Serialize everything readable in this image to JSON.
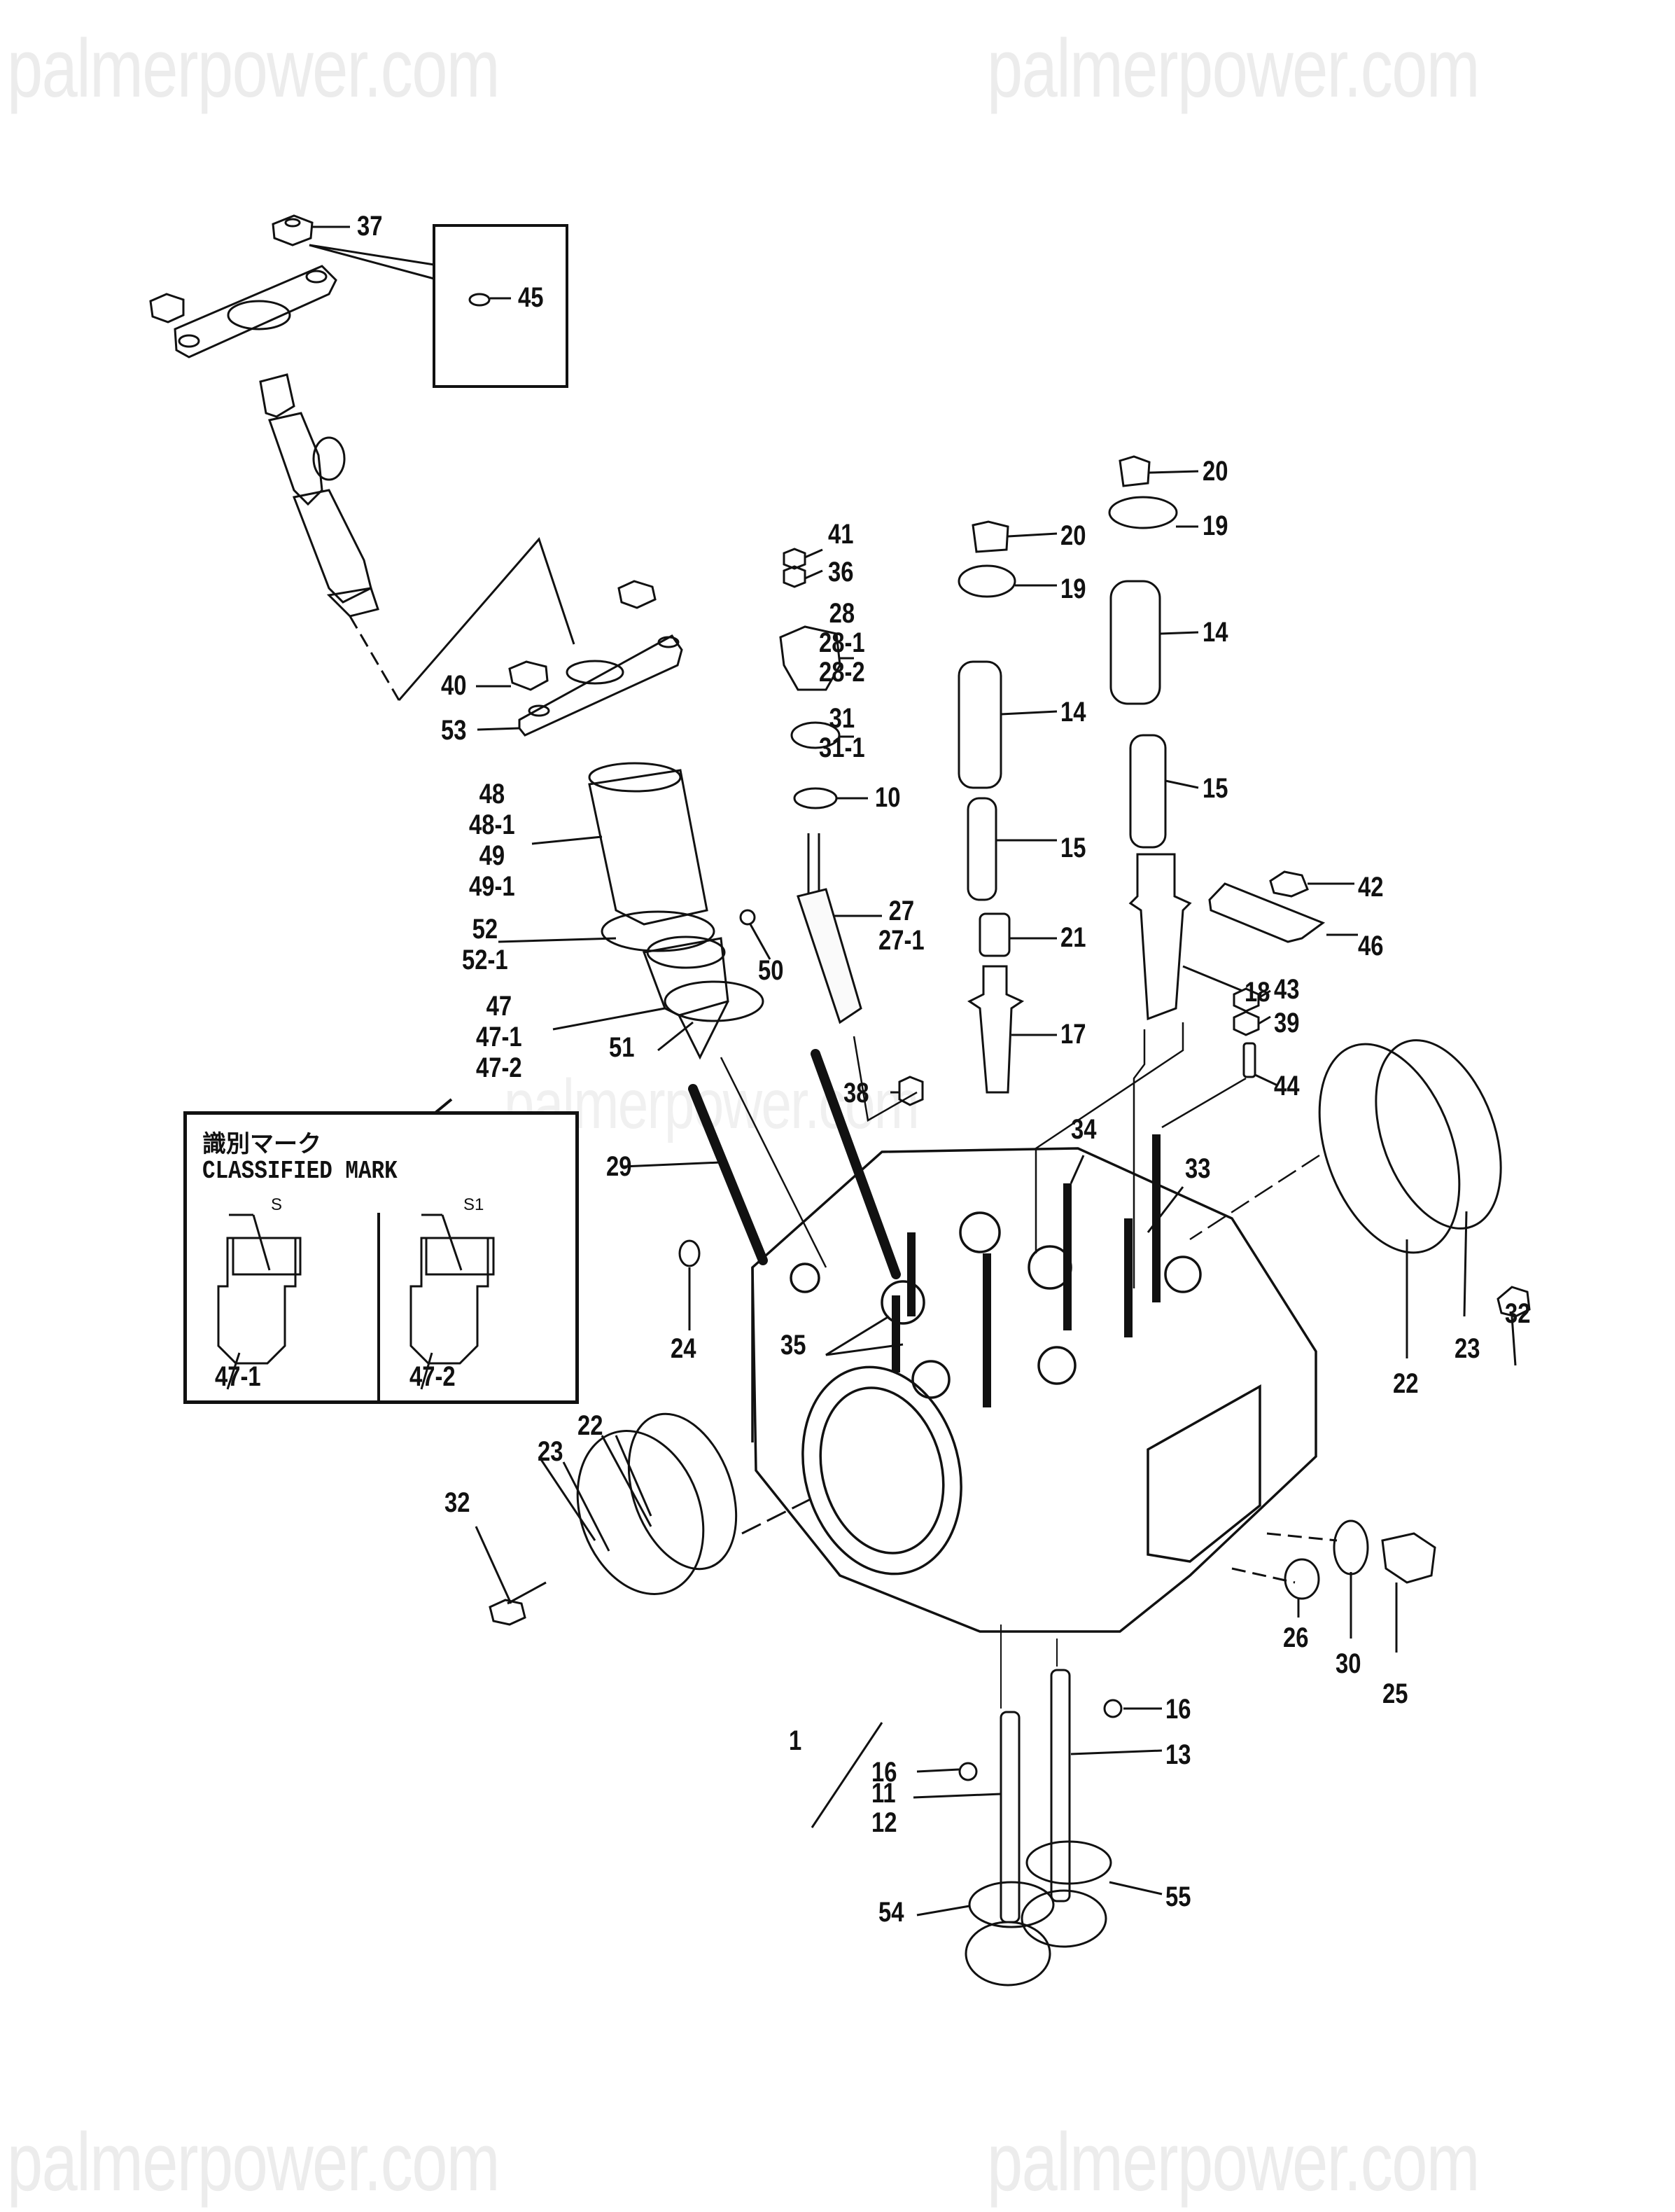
{
  "watermark": {
    "text": "palmerpower.com"
  },
  "diagram": {
    "type": "exploded-parts-diagram",
    "subject": "Cylinder head assembly",
    "callouts": [
      {
        "id": "37",
        "label": "37"
      },
      {
        "id": "45",
        "label": "45"
      },
      {
        "id": "41",
        "label": "41"
      },
      {
        "id": "36",
        "label": "36"
      },
      {
        "id": "28",
        "label": "28\n28-1\n28-2"
      },
      {
        "id": "31",
        "label": "31\n31-1"
      },
      {
        "id": "10",
        "label": "10"
      },
      {
        "id": "20a",
        "label": "20"
      },
      {
        "id": "19a",
        "label": "19"
      },
      {
        "id": "20b",
        "label": "20"
      },
      {
        "id": "19b",
        "label": "19"
      },
      {
        "id": "14a",
        "label": "14"
      },
      {
        "id": "14b",
        "label": "14"
      },
      {
        "id": "15a",
        "label": "15"
      },
      {
        "id": "15b",
        "label": "15"
      },
      {
        "id": "40",
        "label": "40"
      },
      {
        "id": "53",
        "label": "53"
      },
      {
        "id": "48",
        "label": "48\n48-1\n49\n49-1"
      },
      {
        "id": "52",
        "label": "52\n52-1"
      },
      {
        "id": "50",
        "label": "50"
      },
      {
        "id": "47",
        "label": "47\n47-1\n47-2"
      },
      {
        "id": "51",
        "label": "51"
      },
      {
        "id": "27",
        "label": "27\n27-1"
      },
      {
        "id": "21",
        "label": "21"
      },
      {
        "id": "17",
        "label": "17"
      },
      {
        "id": "18",
        "label": "18"
      },
      {
        "id": "42",
        "label": "42"
      },
      {
        "id": "46",
        "label": "46"
      },
      {
        "id": "43",
        "label": "43"
      },
      {
        "id": "39",
        "label": "39"
      },
      {
        "id": "44",
        "label": "44"
      },
      {
        "id": "38",
        "label": "38"
      },
      {
        "id": "29",
        "label": "29"
      },
      {
        "id": "34",
        "label": "34"
      },
      {
        "id": "33",
        "label": "33"
      },
      {
        "id": "35",
        "label": "35"
      },
      {
        "id": "24",
        "label": "24"
      },
      {
        "id": "22r",
        "label": "22"
      },
      {
        "id": "23r",
        "label": "23"
      },
      {
        "id": "32r",
        "label": "32"
      },
      {
        "id": "32l",
        "label": "32"
      },
      {
        "id": "23l",
        "label": "23"
      },
      {
        "id": "22l",
        "label": "22"
      },
      {
        "id": "26",
        "label": "26"
      },
      {
        "id": "30",
        "label": "30"
      },
      {
        "id": "25",
        "label": "25"
      },
      {
        "id": "1",
        "label": "1"
      },
      {
        "id": "16a",
        "label": "16"
      },
      {
        "id": "16b",
        "label": "16"
      },
      {
        "id": "13",
        "label": "13"
      },
      {
        "id": "11",
        "label": "11\n12"
      },
      {
        "id": "55",
        "label": "55"
      },
      {
        "id": "54",
        "label": "54"
      }
    ]
  },
  "legend": {
    "title_jp": "識別マーク",
    "title_en": "CLASSIFIED MARK",
    "variants": [
      {
        "mark": "S",
        "part": "47-1"
      },
      {
        "mark": "S1",
        "part": "47-2"
      }
    ]
  }
}
